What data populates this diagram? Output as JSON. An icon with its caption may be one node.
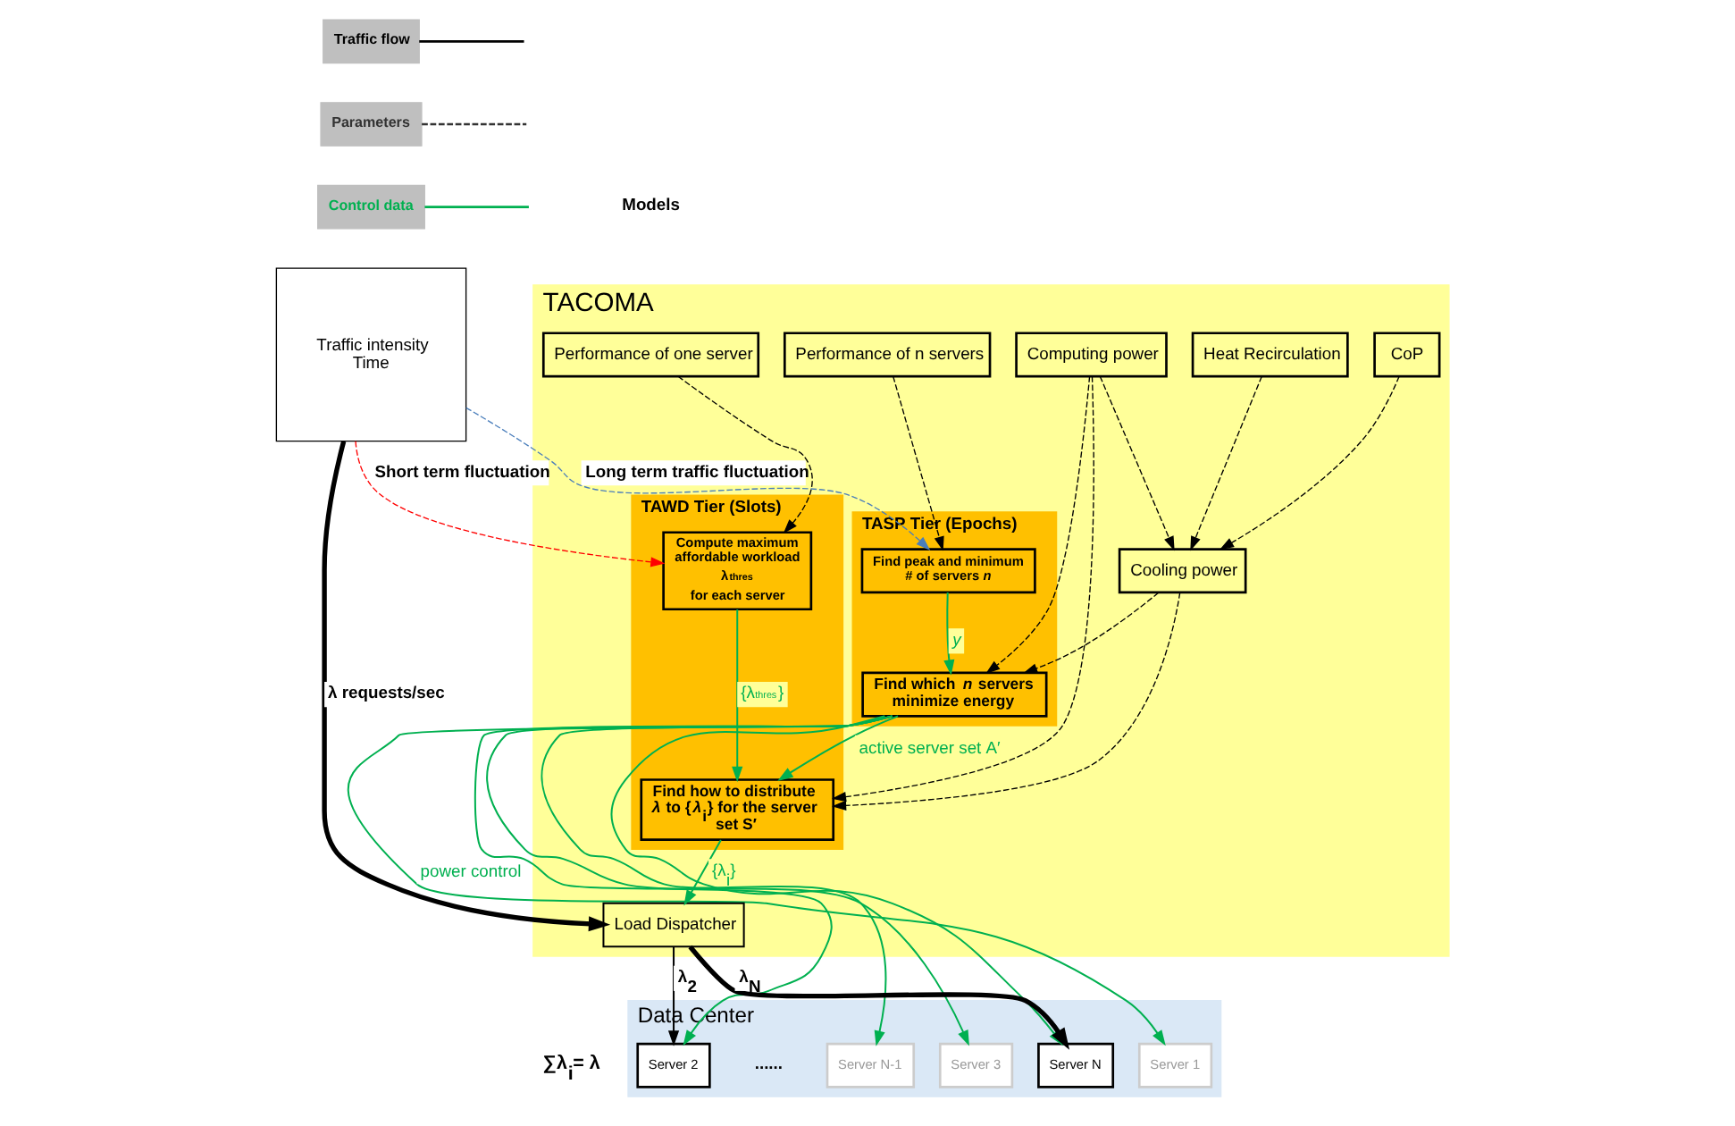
{
  "diagram": {
    "nodes": [
      {
        "text": [
          "TACOMA"
        ]
      },
      {
        "text": [
          "Performance of one server"
        ],
        "in": 0
      },
      {
        "text": [
          "Performance of n servers"
        ],
        "in": 0
      },
      {
        "text": [
          "CoP"
        ],
        "in": 0
      },
      {
        "text": [
          "Heat Recirculation"
        ],
        "in": 0
      },
      {
        "text": [
          "Cooling power"
        ],
        "in": 0
      },
      {
        "text": [
          "Computing power"
        ],
        "in": 0
      },
      {
        "text": [
          "TASP Tier (Epochs)"
        ],
        "in": 0
      },
      {
        "text": [
          "Find peak and minimum # of servers *n*"
        ],
        "in": 7
      },
      {
        "text": [
          "Find which *n* servers minimize energy"
        ],
        "in": 7
      },
      {
        "text": [
          "TAWD Tier (Slots)"
        ],
        "in": 0
      },
      {
        "text": [
          "Compute maximum affordable workload λ$^{thres}$ for each server"
        ],
        "in": 10
      },
      {
        "text": [
          "Find how to distribute *λ* to {*λ*$_{i}$} for the server set S′"
        ],
        "in": 10
      },
      {
        "text": [
          "Load Dispatcher"
        ],
        "in": 0
      },
      {
        "text": [
          "Traffic intensity",
          "Time"
        ]
      },
      {
        "text": [
          "Data Center"
        ]
      },
      {
        "text": [
          "Server 1"
        ],
        "in": 15
      },
      {
        "text": [
          "Server 2"
        ],
        "in": 15
      },
      {
        "text": [
          "Server 3"
        ],
        "in": 15
      },
      {
        "text": [
          "Server N-1"
        ],
        "in": 15
      },
      {
        "text": [
          "Server N"
        ],
        "in": 15
      }
    ],
    "edges": [
      {
        "from": 3,
        "to": 5,
        "arrow": "to",
        "style": "dashed"
      },
      {
        "from": 4,
        "to": 5,
        "arrow": "to",
        "style": "dashed"
      },
      {
        "from": 6,
        "to": 5,
        "arrow": "to",
        "style": "dashed"
      },
      {
        "from": 2,
        "to": 8,
        "arrow": "to",
        "style": "dashed"
      },
      {
        "from": 1,
        "to": 11,
        "arrow": "to",
        "style": "dashed"
      },
      {
        "from": 5,
        "to": 9,
        "arrow": "to",
        "style": "dashed"
      },
      {
        "from": 6,
        "to": 9,
        "arrow": "to",
        "style": "dashed"
      },
      {
        "from": 5,
        "to": 12,
        "arrow": "to",
        "style": "dashed"
      },
      {
        "from": 6,
        "to": 12,
        "arrow": "to",
        "style": "dashed"
      },
      {
        "from": 14,
        "to": 8,
        "arrow": "to",
        "style": "dashed",
        "color": "#4a7ebb",
        "label": "Long term traffic fluctuation"
      },
      {
        "from": 14,
        "to": 11,
        "arrow": "to",
        "style": "dashed",
        "color": "#ff0000",
        "label": "Short term fluctuation"
      },
      {
        "from": 14,
        "to": 13,
        "arrow": "to",
        "style": "thick",
        "label": "λ requests/sec"
      },
      {
        "from": 8,
        "to": 9,
        "arrow": "to",
        "color": "#00b050",
        "label": "*y*"
      },
      {
        "from": 9,
        "to": 12,
        "arrow": "to",
        "color": "#00b050",
        "label": "active server set A′"
      },
      {
        "from": 11,
        "to": 12,
        "arrow": "to",
        "color": "#00b050",
        "label": "{λ$^{thres}$}"
      },
      {
        "from": 12,
        "to": 13,
        "arrow": "to",
        "color": "#00b050",
        "label": "{λ$_{i}$}"
      },
      {
        "from": 13,
        "to": 17,
        "arrow": "to",
        "label": "λ$_{2}$"
      },
      {
        "from": 13,
        "to": 20,
        "arrow": "to",
        "style": "thick",
        "label": "λ$_{N}$"
      },
      {
        "from": 9,
        "to": 16,
        "arrow": "to",
        "color": "#00b050",
        "label": "power control"
      },
      {
        "from": 9,
        "to": 17,
        "arrow": "to",
        "color": "#00b050"
      },
      {
        "from": 9,
        "to": 18,
        "arrow": "to",
        "color": "#00b050"
      },
      {
        "from": 9,
        "to": 19,
        "arrow": "to",
        "color": "#00b050"
      },
      {
        "from": 9,
        "to": 20,
        "arrow": "to",
        "color": "#00b050"
      }
    ],
    "labels": [
      "Models",
      "∑λ$_{i}$= λ",
      "......"
    ],
    "legend": [
      {
        "text": "Traffic flow"
      },
      {
        "text": "Parameters"
      },
      {
        "text": "Control data"
      }
    ]
  }
}
